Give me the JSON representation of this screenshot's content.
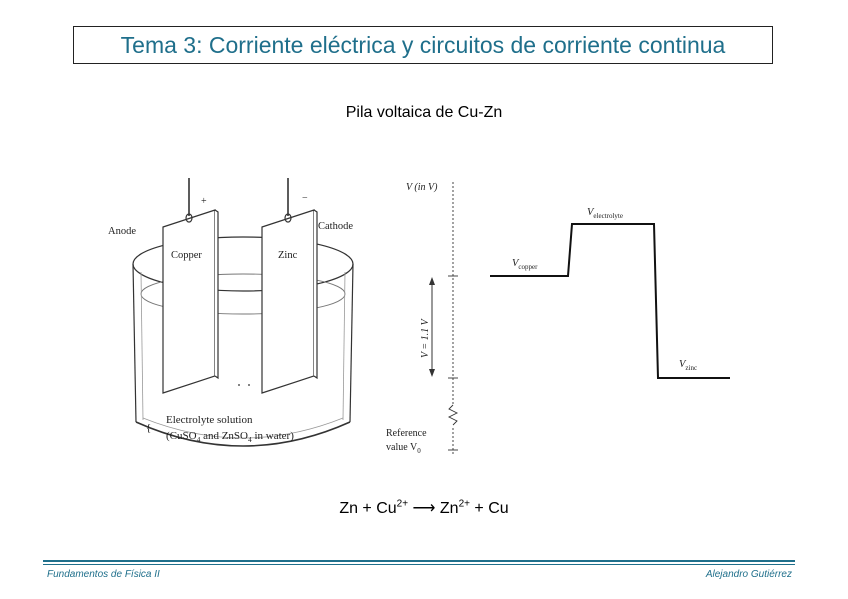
{
  "slide": {
    "title": "Tema 3: Corriente eléctrica y circuitos de corriente continua",
    "subtitle": "Pila voltaica de Cu-Zn"
  },
  "cell": {
    "anode": "Anode",
    "cathode": "Cathode",
    "copper": "Copper",
    "zinc": "Zinc",
    "plus": "+",
    "minus": "−",
    "electrolyte_line1": "Electrolyte solution",
    "electrolyte_line2_a": "(CuSO",
    "electrolyte_line2_sub1": "4",
    "electrolyte_line2_b": " and ZnSO",
    "electrolyte_line2_sub2": "4",
    "electrolyte_line2_c": " in water)"
  },
  "potential": {
    "axis_label": "V (in V)",
    "copper_main": "V",
    "copper_sub": "copper",
    "electrolyte_main": "V",
    "electrolyte_sub": "electrolyte",
    "zinc_main": "V",
    "zinc_sub": "zinc",
    "difference_label": "V = 1.1 V",
    "reference_line1": "Reference",
    "reference_line2": "value V",
    "reference_sub": "0"
  },
  "equation": {
    "zn": "Zn + Cu",
    "cu_charge": "2+",
    "arrow": " ⟶ ",
    "zn_ion": "Zn",
    "zn_charge": "2+",
    "cu": " + Cu"
  },
  "footer": {
    "left": "Fundamentos de Física II",
    "right": "Alejandro Gutiérrez"
  },
  "colors": {
    "title": "#1f6f8b",
    "footer": "#1f6f8b"
  }
}
